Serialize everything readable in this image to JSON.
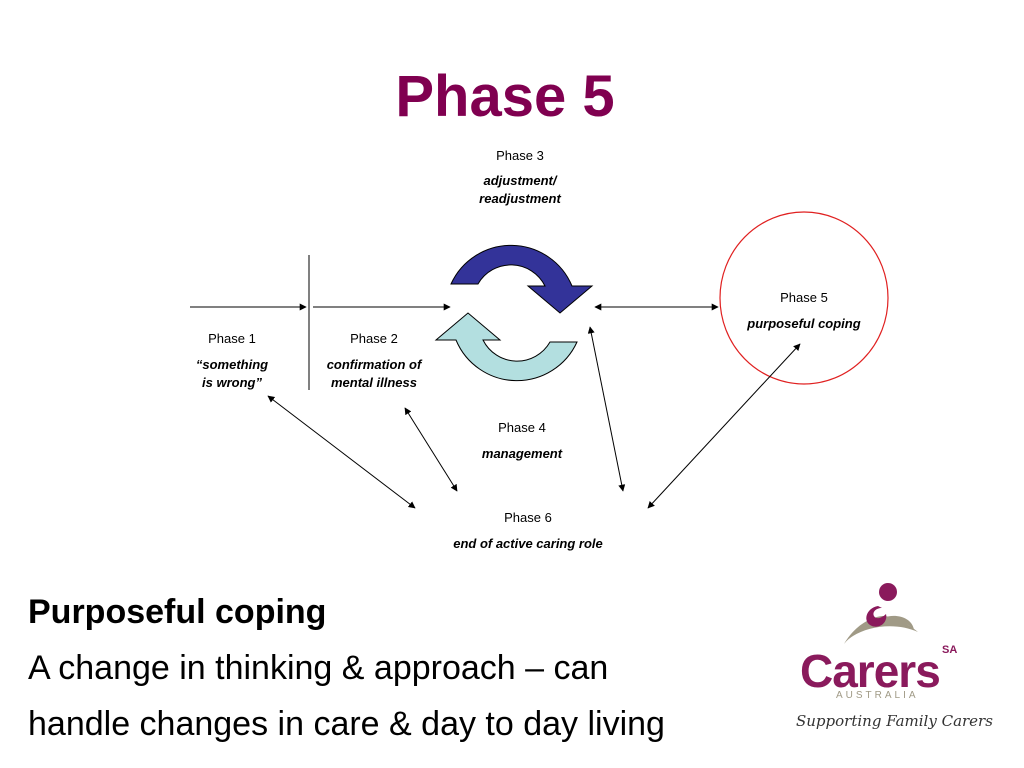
{
  "title": "Phase 5",
  "phases": {
    "phase1": {
      "label": "Phase 1",
      "desc_line1": "“something",
      "desc_line2": "is wrong”"
    },
    "phase2": {
      "label": "Phase 2",
      "desc_line1": "confirmation of",
      "desc_line2": "mental illness"
    },
    "phase3": {
      "label": "Phase 3",
      "desc_line1": "adjustment/",
      "desc_line2": "readjustment"
    },
    "phase4": {
      "label": "Phase 4",
      "desc": "management"
    },
    "phase5": {
      "label": "Phase 5",
      "desc": "purposeful coping"
    },
    "phase6": {
      "label": "Phase 6",
      "desc": "end of active caring role"
    }
  },
  "body": {
    "heading": "Purposeful coping",
    "line1": "A change in thinking & approach – can",
    "line2": "handle changes in care & day to day living"
  },
  "logo": {
    "region": "SA",
    "wordmark": "Carers",
    "country": "AUSTRALIA",
    "tagline": "Supporting Family Carers"
  },
  "colors": {
    "title": "#800050",
    "cycle_arrow_top": "#333399",
    "cycle_arrow_bottom": "#b3dfe0",
    "highlight_circle": "#e02020",
    "logo_magenta": "#8a1a5c",
    "logo_grey": "#a09a86"
  }
}
